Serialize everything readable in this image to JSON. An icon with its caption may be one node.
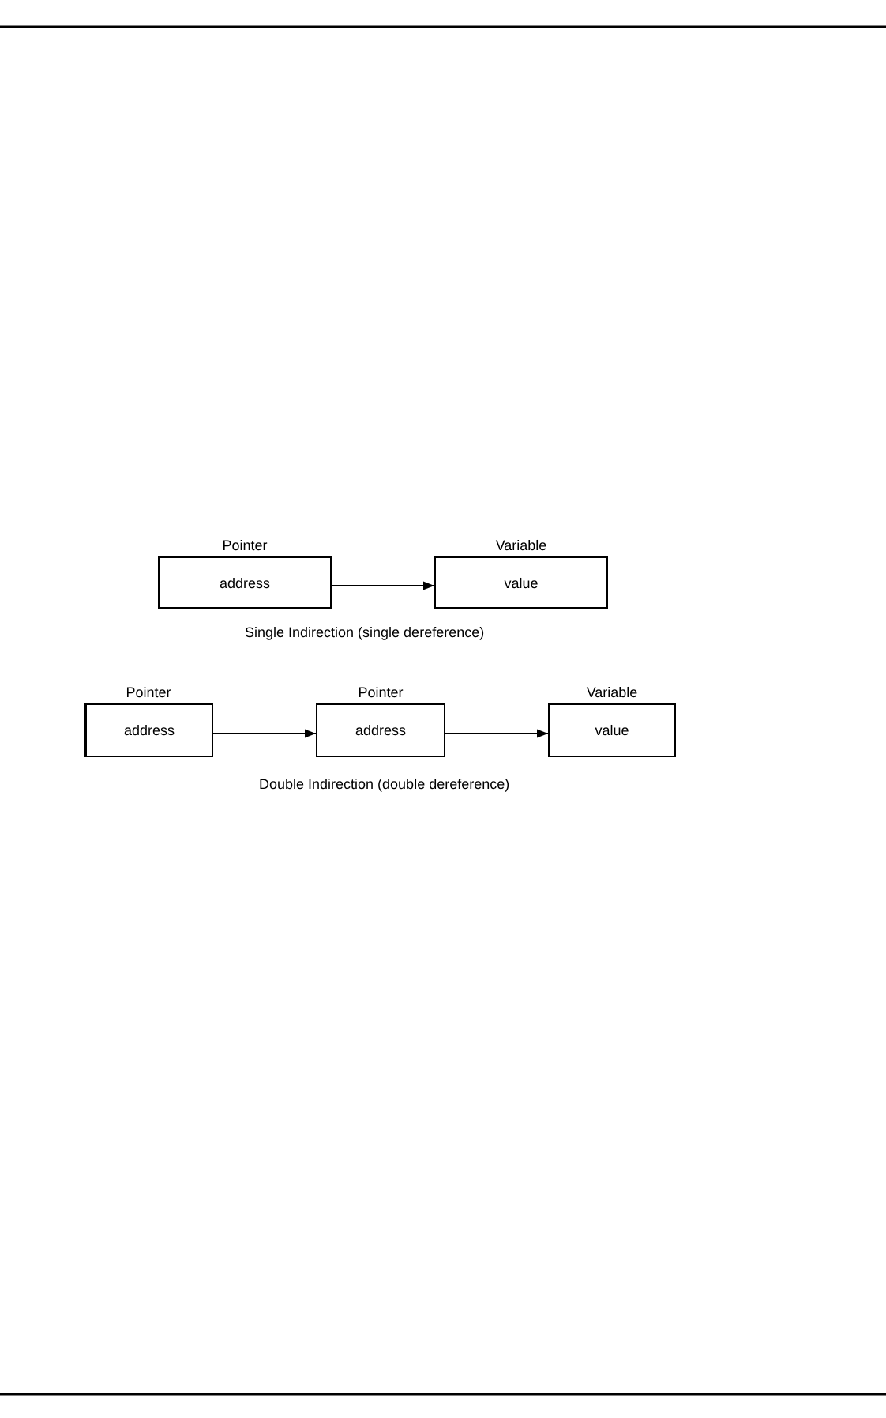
{
  "diagram": {
    "nodes": [
      {
        "text": [
          "Pointer",
          "address"
        ]
      },
      {
        "text": [
          "Variable",
          "value"
        ]
      },
      {
        "text": [
          "Pointer",
          "address"
        ]
      },
      {
        "text": [
          "Pointer",
          "address"
        ]
      },
      {
        "text": [
          "Variable",
          "value"
        ]
      }
    ],
    "edges": [
      {
        "from": 0,
        "to": 1,
        "arrow": "to"
      },
      {
        "from": 2,
        "to": 3,
        "arrow": "to"
      },
      {
        "from": 3,
        "to": 4,
        "arrow": "to"
      }
    ],
    "labels": [
      "Single Indirection (single dereference)",
      "Double Indirection (double dereference)"
    ]
  }
}
